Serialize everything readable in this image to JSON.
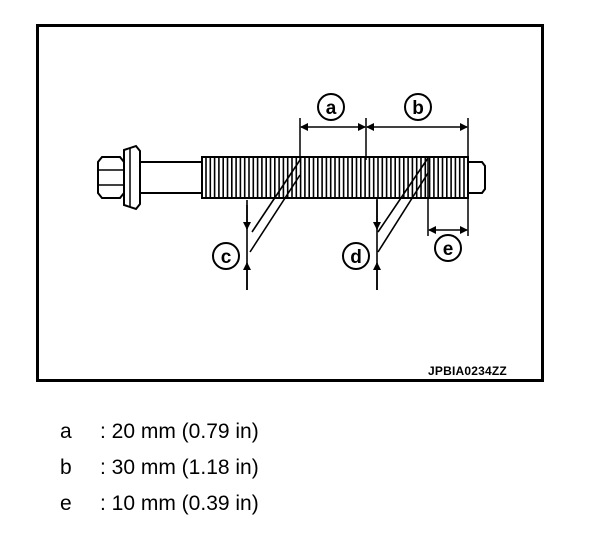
{
  "diagram": {
    "figure_code": "JPBIA0234ZZ",
    "callouts": {
      "a": "a",
      "b": "b",
      "c": "c",
      "d": "d",
      "e": "e"
    }
  },
  "legend": [
    {
      "key": "a",
      "value": ": 20 mm (0.79 in)"
    },
    {
      "key": "b",
      "value": ": 30 mm (1.18 in)"
    },
    {
      "key": "e",
      "value": ": 10 mm (0.39 in)"
    }
  ]
}
